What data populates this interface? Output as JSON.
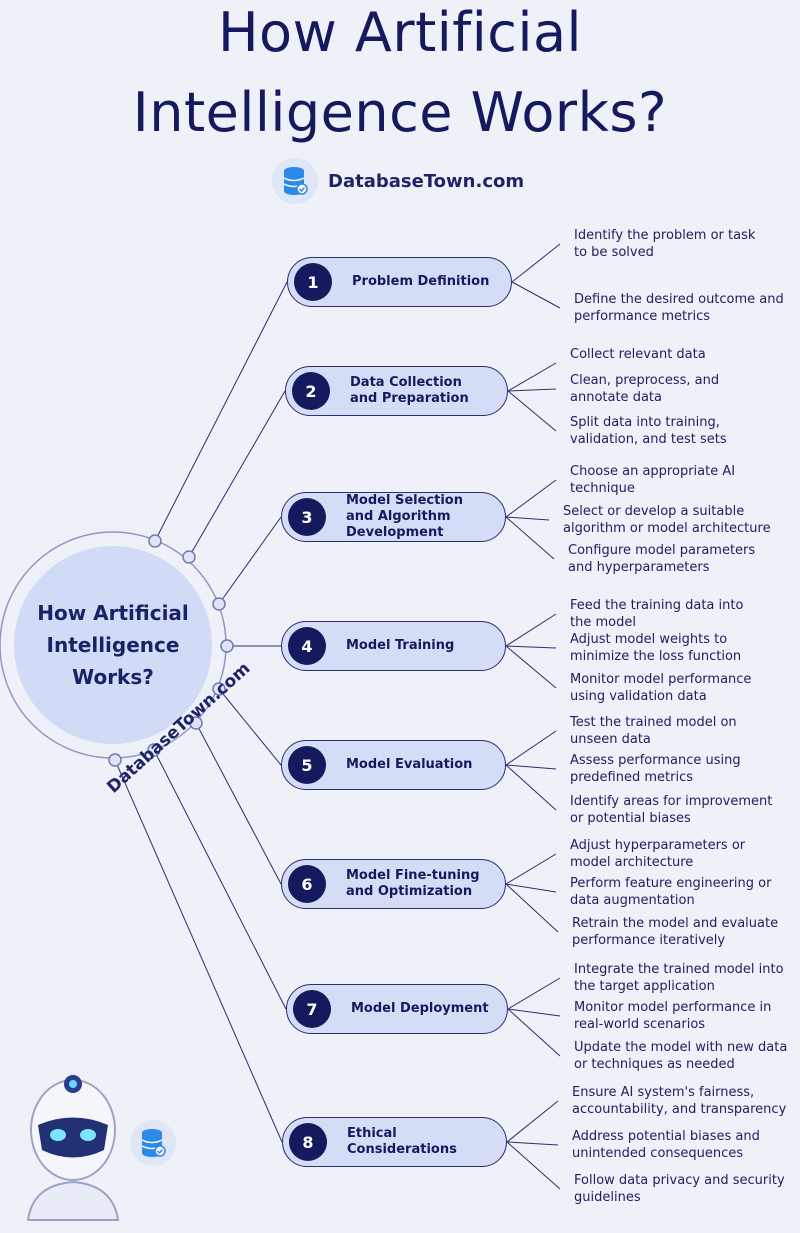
{
  "title": {
    "line1": "How Artificial",
    "line2": "Intelligence Works?"
  },
  "brand": {
    "text": "DatabaseTown.com",
    "icon": "database-icon"
  },
  "hub": {
    "text": "How Artificial\nIntelligence\nWorks?"
  },
  "watermark": "DatabaseTown.com",
  "steps": [
    {
      "num": "1",
      "label": "Problem Definition",
      "items": [
        "Identify the problem or task\nto be solved",
        "Define the desired outcome and\nperformance metrics"
      ]
    },
    {
      "num": "2",
      "label": "Data Collection\nand Preparation",
      "items": [
        "Collect relevant data",
        "Clean, preprocess, and\nannotate data",
        "Split data into training,\nvalidation, and test sets"
      ]
    },
    {
      "num": "3",
      "label": "Model Selection\nand Algorithm\nDevelopment",
      "items": [
        "Choose an appropriate AI\ntechnique",
        "Select or develop a suitable\nalgorithm or model architecture",
        "Configure model parameters\nand hyperparameters"
      ]
    },
    {
      "num": "4",
      "label": "Model Training",
      "items": [
        "Feed the training data into\nthe model",
        "Adjust model weights to\nminimize the loss function",
        "Monitor model performance\nusing validation data"
      ]
    },
    {
      "num": "5",
      "label": "Model Evaluation",
      "items": [
        "Test the trained model on\nunseen data",
        "Assess performance using\npredefined metrics",
        "Identify areas for improvement\nor potential biases"
      ]
    },
    {
      "num": "6",
      "label": "Model  Fine-tuning\nand Optimization",
      "items": [
        "Adjust hyperparameters or\nmodel architecture",
        "Perform feature engineering or\ndata augmentation",
        "Retrain the model and evaluate\nperformance iteratively"
      ]
    },
    {
      "num": "7",
      "label": "Model Deployment",
      "items": [
        "Integrate the trained model into\nthe target application",
        "Monitor model performance in\nreal-world scenarios",
        "Update the model with new data\nor techniques as needed"
      ]
    },
    {
      "num": "8",
      "label": "Ethical\nConsiderations",
      "items": [
        "Ensure AI system's fairness,\naccountability, and transparency",
        "Address potential biases and\nunintended consequences",
        "Follow data privacy and security\nguidelines"
      ]
    }
  ]
}
